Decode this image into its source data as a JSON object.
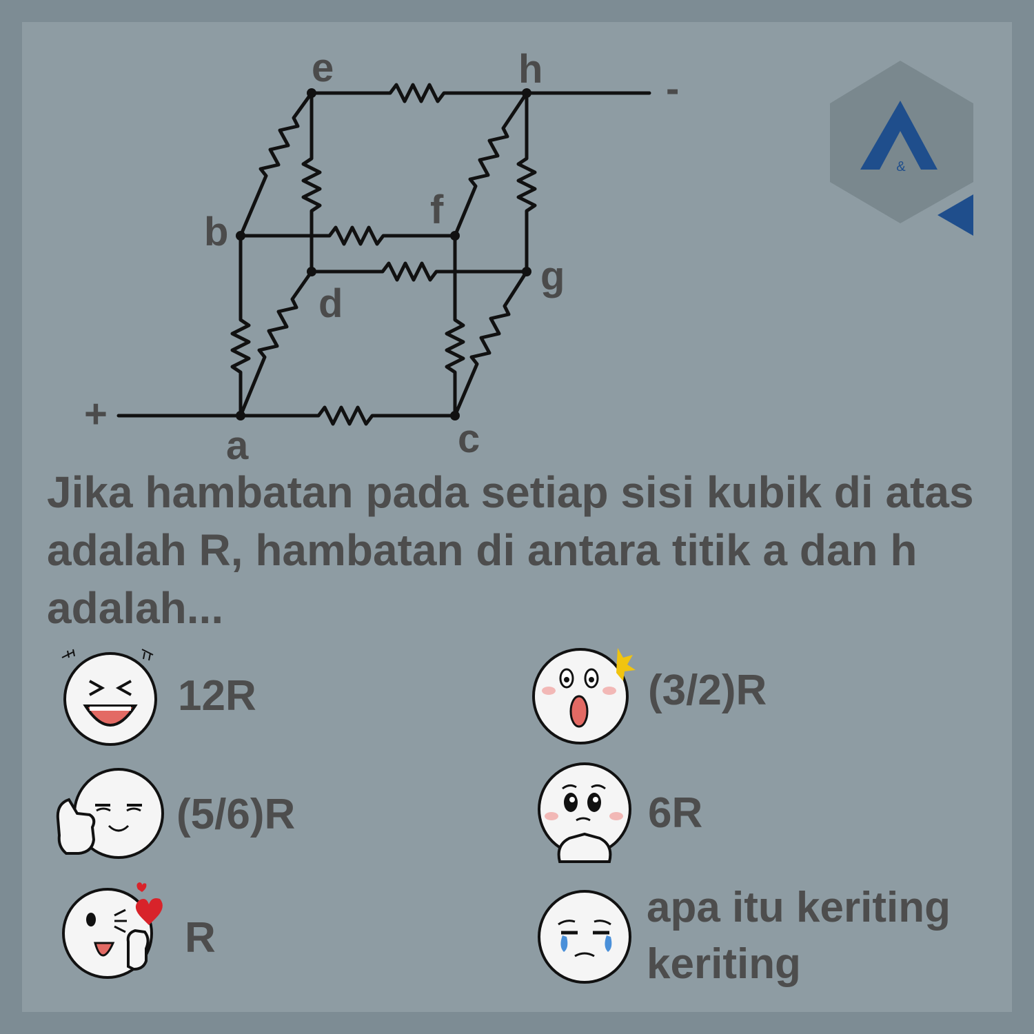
{
  "diagram": {
    "nodes": {
      "a": "a",
      "b": "b",
      "c": "c",
      "d": "d",
      "e": "e",
      "f": "f",
      "g": "g",
      "h": "h"
    },
    "terminal_plus": "+",
    "terminal_minus": "-"
  },
  "question": "Jika hambatan pada setiap sisi kubik di atas adalah R, hambatan di antara titik a dan h adalah...",
  "logo": {
    "text": "&",
    "colors": {
      "hexagon": "#7a888e",
      "accent": "#1f4e8c"
    }
  },
  "options": [
    {
      "label": "12R",
      "icon": "laughing-face-icon"
    },
    {
      "label": "(3/2)R",
      "icon": "surprised-face-icon"
    },
    {
      "label": "(5/6)R",
      "icon": "thumbs-up-face-icon"
    },
    {
      "label": "6R",
      "icon": "worried-face-icon"
    },
    {
      "label": "R",
      "icon": "winking-heart-face-icon"
    },
    {
      "label": "apa itu keriting keriting",
      "icon": "crying-face-icon"
    }
  ]
}
